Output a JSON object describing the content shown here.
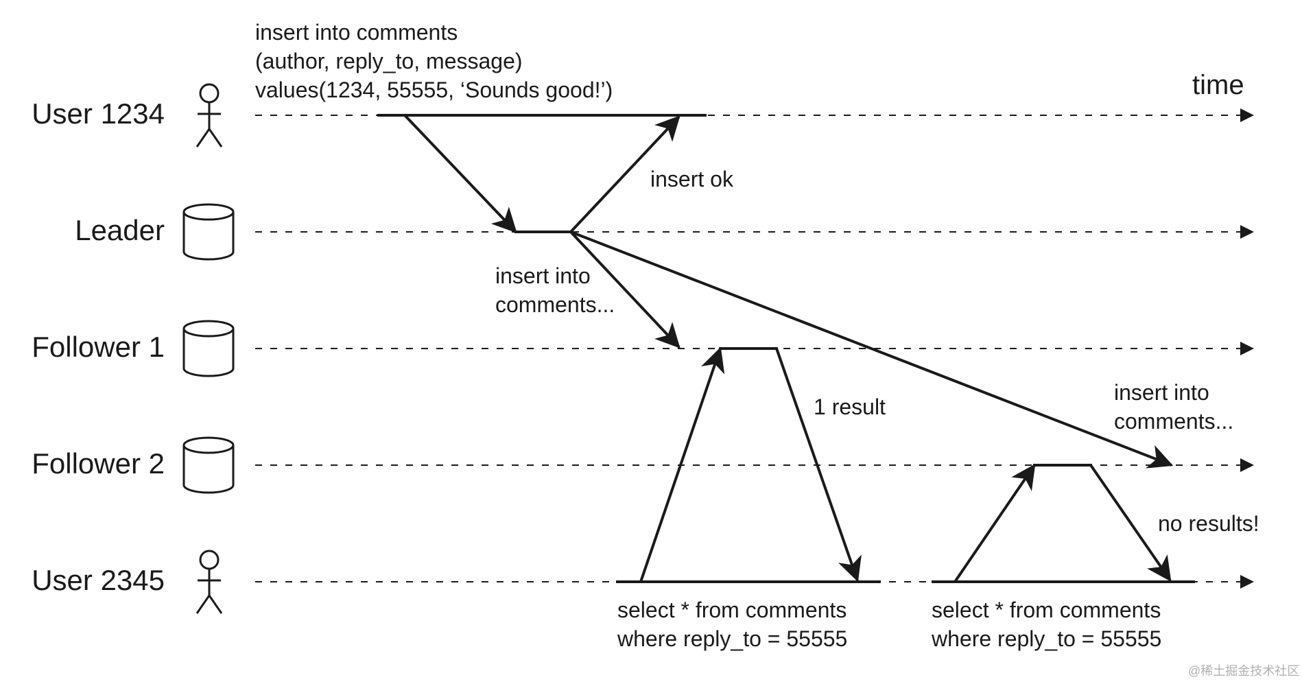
{
  "lanes": [
    {
      "label": "User 1234",
      "icon": "stick-figure-icon"
    },
    {
      "label": "Leader",
      "icon": "database-cylinder-icon"
    },
    {
      "label": "Follower 1",
      "icon": "database-cylinder-icon"
    },
    {
      "label": "Follower 2",
      "icon": "database-cylinder-icon"
    },
    {
      "label": "User 2345",
      "icon": "stick-figure-icon"
    }
  ],
  "time_label": "time",
  "messages": {
    "insert_query": [
      "insert into comments",
      "(author, reply_to, message)",
      "values(1234, 55555, ‘Sounds good!’)"
    ],
    "insert_ok": "insert ok",
    "replicate_f1": [
      "insert into",
      "comments..."
    ],
    "one_result": "1 result",
    "replicate_f2": [
      "insert into",
      "comments..."
    ],
    "no_results": "no results!",
    "select_1": [
      "select * from comments",
      "where reply_to = 55555"
    ],
    "select_2": [
      "select * from comments",
      "where reply_to = 55555"
    ]
  },
  "watermark": "@稀土掘金技术社区",
  "colors": {
    "ink": "#1a1a1a",
    "background": "#ffffff",
    "watermark": "#b0b0b0"
  }
}
